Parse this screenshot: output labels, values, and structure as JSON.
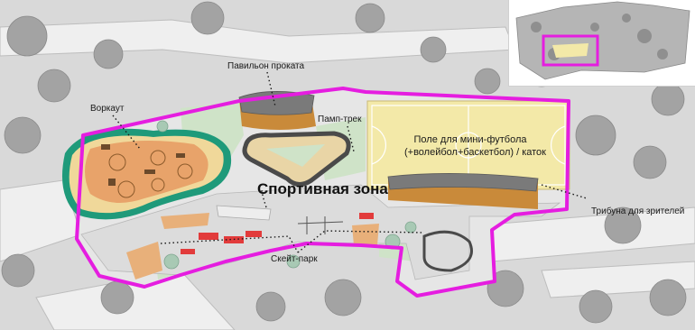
{
  "labels": {
    "pavilion": "Павильон проката",
    "workout": "Воркаут",
    "pumptrack": "Памп-трек",
    "field_line1": "Поле для мини-футбола",
    "field_line2": "(+волейбол+баскетбол) / каток",
    "sports_zone": "Спортивная зона",
    "stands": "Трибуна для зрителей",
    "skatepark": "Скейт-парк"
  },
  "colors": {
    "boundary": "#e51de0",
    "field": "#f3e9a8",
    "workout_orange": "#e8a36a",
    "workout_ring": "#1f9a7a",
    "lawn": "#cfe3c8",
    "trees": "#9a9a9a",
    "roof": "#7a7a7a",
    "wood": "#c98a3a"
  },
  "icons": {
    "trees": "tree-cluster-icon",
    "locator": "locator-rectangle"
  }
}
